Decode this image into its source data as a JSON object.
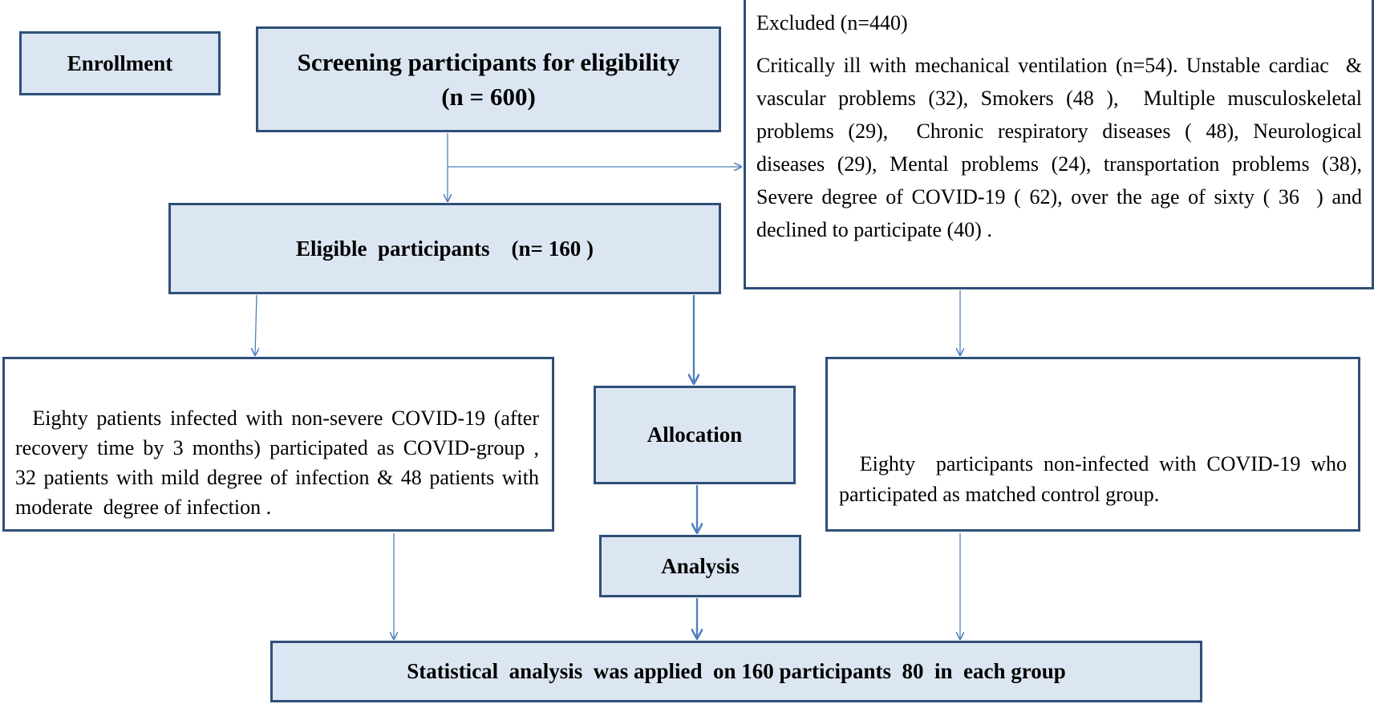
{
  "nodes": {
    "enrollment": "Enrollment",
    "screening_line1": "Screening participants  for eligibility",
    "screening_line2": "(n = 600)",
    "eligible": "Eligible  participants    (n= 160 )",
    "excluded_title": "Excluded (n=440)",
    "excluded_body": "Critically ill with mechanical ventilation (n=54). Unstable cardiac  & vascular problems (32), Smokers (48 ),  Multiple musculoskeletal problems (29),  Chronic respiratory diseases ( 48), Neurological diseases (29), Mental problems (24), transportation problems (38),     Severe degree of COVID-19 ( 62), over the age of sixty ( 36  ) and  declined to participate (40) .",
    "covid_group": "Eighty patients infected with non-severe COVID-19 (after recovery time by 3 months) participated as COVID-group ,  32 patients with mild degree of infection & 48 patients with moderate  degree of infection .",
    "allocation": "Allocation",
    "control_group": "Eighty  participants non-infected with COVID-19 who participated as matched control group.",
    "analysis": "Analysis",
    "statistical": "Statistical  analysis  was applied  on 160 participants  80  in  each group"
  },
  "colors": {
    "box_border": "#2f4f79",
    "box_fill": "#dce6f2",
    "arrow": "#4f81bd"
  }
}
